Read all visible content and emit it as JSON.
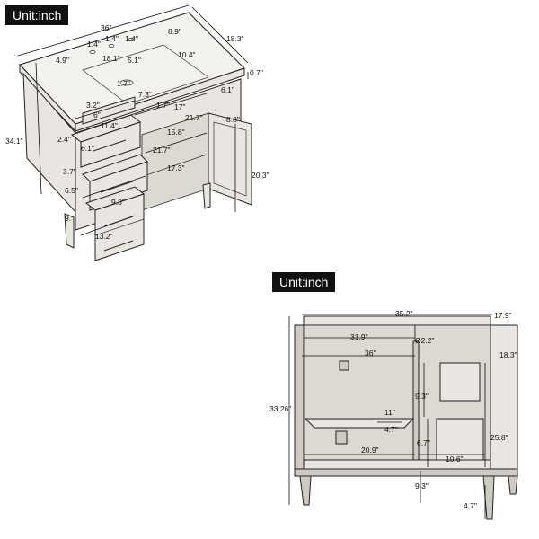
{
  "diagram_top": {
    "unit_tag": "Unit:inch",
    "labels": {
      "width": "36\"",
      "depth": "18.3\"",
      "hole_a": "1.4\"",
      "hole_b": "1.4\"",
      "hole_c": "1.4\"",
      "sink_side": "8.9\"",
      "left_edge": "4.9\"",
      "sink_w": "18.1\"",
      "sink_d": "5.1\"",
      "sink_right": "10.4\"",
      "top_thick": "0.7\"",
      "rail": "1.7\"",
      "d1": "3.2\"",
      "d2": "6\"",
      "d3": "11.4\"",
      "d4": "7.3\"",
      "d5": "1.7\"",
      "d6": "17\"",
      "d7": "6.1\"",
      "d8": "21.7\"",
      "d9": "8.8\"",
      "d10": "15.8\"",
      "height": "34.1\"",
      "d11": "2.4\"",
      "d12": "6.1\"",
      "d13": "21.7\"",
      "d14": "3.7\"",
      "d15": "17.3\"",
      "door_h": "20.3\"",
      "d16": "6.5\"",
      "d17": "9.8\"",
      "d18": "9.",
      "d19": "13.2\""
    }
  },
  "diagram_bottom": {
    "unit_tag": "Unit:inch",
    "labels": {
      "inner_w": "35.2\"",
      "depth": "17.9\"",
      "w1": "31.9\"",
      "hole": "Ø2.2\"",
      "top_w": "36\"",
      "top_d": "18.3\"",
      "height": "33.26\"",
      "shelf_gap": "9.3\"",
      "shelf_d": "11\"",
      "shelf_off": "4.7\"",
      "mid": "6.7\"",
      "right_h": "25.8\"",
      "left_w": "20.9\"",
      "right_w": "10.6\"",
      "bottom_gap": "9.3\"",
      "leg": "4.7\""
    }
  }
}
